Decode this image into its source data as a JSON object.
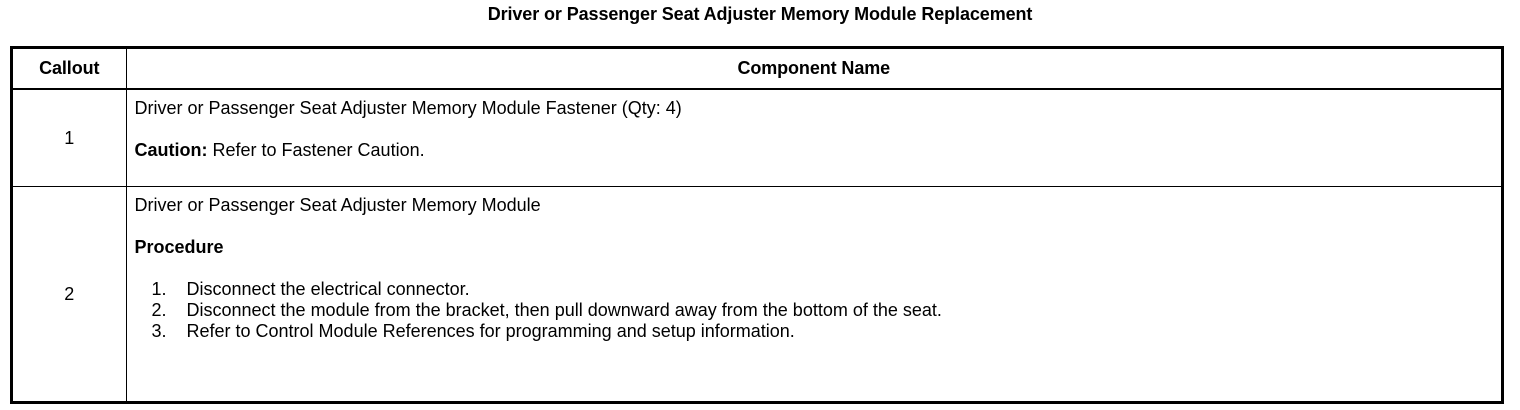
{
  "document": {
    "title": "Driver or Passenger Seat Adjuster Memory Module Replacement"
  },
  "table": {
    "headers": {
      "callout": "Callout",
      "component_name": "Component Name"
    },
    "rows": [
      {
        "callout": "1",
        "component_line_1": "Driver or Passenger Seat Adjuster Memory Module Fastener (Qty: 4)",
        "caution_label": "Caution:",
        "caution_text": " Refer to Fastener Caution."
      },
      {
        "callout": "2",
        "component_line_1": "Driver or Passenger Seat Adjuster Memory Module",
        "procedure_heading": "Procedure",
        "steps": [
          {
            "number": "1.",
            "text": "Disconnect the electrical connector."
          },
          {
            "number": "2.",
            "text": "Disconnect the module from the bracket, then pull downward away from the bottom of the seat."
          },
          {
            "number": "3.",
            "text": "Refer to Control Module References for programming and setup information."
          }
        ]
      }
    ]
  },
  "colors": {
    "text": "#000000",
    "background": "#ffffff",
    "border": "#000000"
  }
}
